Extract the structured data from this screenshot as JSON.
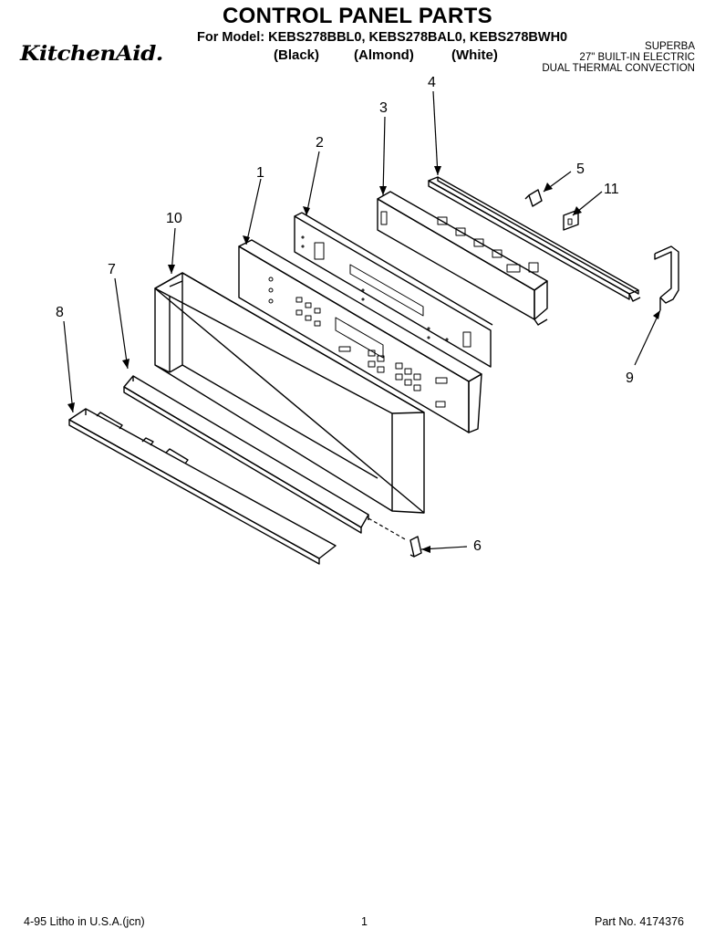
{
  "header": {
    "title": "CONTROL PANEL PARTS",
    "model_line": "For Model: KEBS278BBL0, KEBS278BAL0, KEBS278BWH0",
    "colors": [
      "(Black)",
      "(Almond)",
      "(White)"
    ],
    "brand": "KitchenAid.",
    "product": [
      "SUPERBA",
      "27\" BUILT-IN ELECTRIC",
      "DUAL THERMAL CONVECTION"
    ]
  },
  "callouts": [
    "1",
    "2",
    "3",
    "4",
    "5",
    "6",
    "7",
    "8",
    "9",
    "10",
    "11"
  ],
  "footer": {
    "litho": "4-95 Litho in U.S.A.(jcn)",
    "page": "1",
    "part_no": "Part No. 4174376"
  }
}
